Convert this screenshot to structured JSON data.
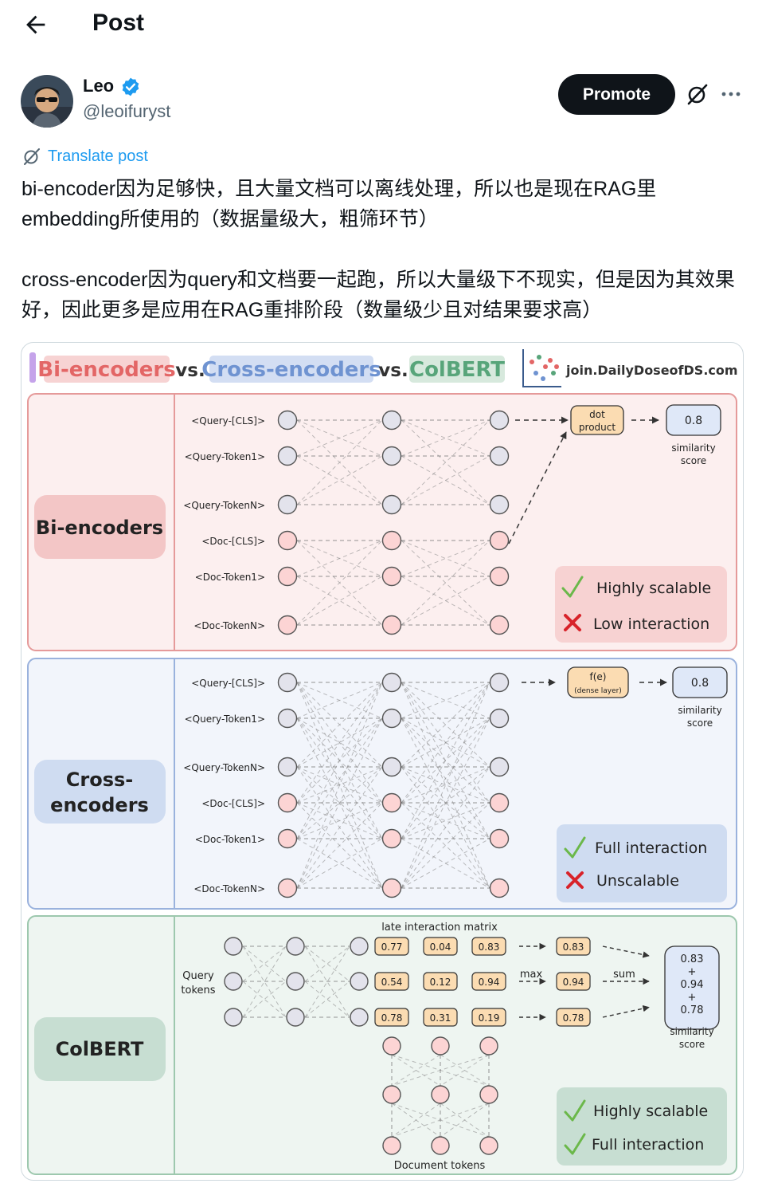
{
  "header": {
    "title": "Post",
    "back_icon": "arrow-left-icon"
  },
  "author": {
    "name": "Leo",
    "handle": "@leoifuryst",
    "verified_icon": "verified-badge-icon"
  },
  "actions": {
    "promote_label": "Promote",
    "grok_icon": "grok-icon",
    "more_icon": "more-icon"
  },
  "translate": {
    "label": "Translate post",
    "icon": "translate-icon"
  },
  "post": {
    "line1": "bi-encoder因为足够快，且大量文档可以离线处理，所以也是现在RAG里embedding所使用的（数据量级大，粗筛环节）",
    "line2": "cross-encoder因为query和文档要一起跑，所以大量级下不现实，但是因为其效果好，因此更多是应用在RAG重排阶段（数量级少且对结果要求高）"
  },
  "figure": {
    "title_bi": "Bi-encoders",
    "vs1": "vs.",
    "title_cross": "Cross-encoders",
    "vs2": "vs.",
    "title_colbert": "ColBERT",
    "site": "join.DailyDoseofDS.com",
    "token_labels": [
      "<Query-[CLS]>",
      "<Query-Token1>",
      "<Query-TokenN>",
      "<Doc-[CLS]>",
      "<Doc-Token1>",
      "<Doc-TokenN>"
    ],
    "bi": {
      "label": "Bi-encoders",
      "op_line1": "dot",
      "op_line2": "product",
      "score": "0.8",
      "score_label1": "similarity",
      "score_label2": "score",
      "pro": "Highly scalable",
      "con": "Low interaction"
    },
    "cross": {
      "label_line1": "Cross-",
      "label_line2": "encoders",
      "op_line1": "f(e)",
      "op_line2": "(dense layer)",
      "score": "0.8",
      "score_label1": "similarity",
      "score_label2": "score",
      "pro": "Full interaction",
      "con": "Unscalable"
    },
    "colbert": {
      "label": "ColBERT",
      "matrix_title": "late interaction matrix",
      "query_label1": "Query",
      "query_label2": "tokens",
      "doc_label": "Document tokens",
      "matrix": [
        [
          "0.77",
          "0.04",
          "0.83"
        ],
        [
          "0.54",
          "0.12",
          "0.94"
        ],
        [
          "0.78",
          "0.31",
          "0.19"
        ]
      ],
      "max_label": "max",
      "maxes": [
        "0.83",
        "0.94",
        "0.78"
      ],
      "sum_label": "sum",
      "sum_terms": [
        "0.83",
        "+",
        "0.94",
        "+",
        "0.78"
      ],
      "score_label1": "similarity",
      "score_label2": "score",
      "pro1": "Highly scalable",
      "pro2": "Full interaction"
    }
  }
}
